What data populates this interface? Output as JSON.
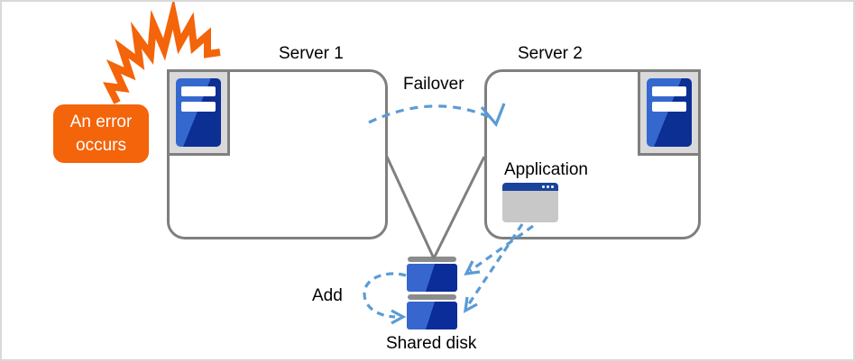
{
  "canvas": {
    "background": "#FFFFFF",
    "border_color": "#D9D9D9"
  },
  "colors": {
    "box_border_grey": "#7F7F7F",
    "connector_grey": "#7F7F7F",
    "arrow_blue": "#5B9BD5",
    "burst_orange": "#F4640A",
    "callout_orange": "#F4640A",
    "callout_text": "#FFFFFF",
    "server_blue_light": "#3568CF",
    "server_blue_dark": "#0C2F94",
    "disk_bar_grey": "#8C8C8C",
    "app_titlebar_blue": "#1A449C",
    "app_body_grey": "#C8C8C8",
    "icon_frame_grey": "#D9D9D9"
  },
  "nodes": {
    "server1": {
      "label": "Server 1",
      "icon": "server-tower-icon"
    },
    "server2": {
      "label": "Server 2",
      "icon": "server-tower-icon"
    },
    "application": {
      "label": "Application",
      "icon": "app-window-icon"
    },
    "shared_disk": {
      "label": "Shared disk",
      "icon": "disk-stack-icon"
    },
    "error_callout": {
      "label": "An error occurs",
      "icon": "error-burst-icon"
    }
  },
  "arrows": {
    "failover": {
      "label": "Failover",
      "style": "dashed",
      "from": "server1",
      "to": "server2"
    },
    "add": {
      "label": "Add",
      "style": "dashed",
      "to": "shared_disk"
    },
    "app_to_upper_disk": {
      "style": "dashed",
      "from": "application",
      "to": "shared_disk"
    },
    "app_to_lower_disk": {
      "style": "dashed",
      "from": "application",
      "to": "shared_disk"
    }
  }
}
